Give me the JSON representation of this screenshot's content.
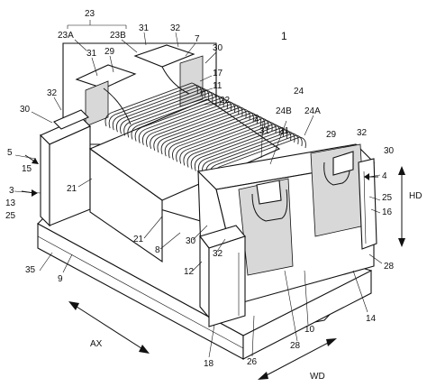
{
  "figure": {
    "ref_numeral": "1",
    "labels": {
      "l23": "23",
      "l23A": "23A",
      "l23B": "23B",
      "l31a": "31",
      "l32a": "32",
      "l7": "7",
      "l30a": "30",
      "l31b": "31",
      "l29a": "29",
      "l17": "17",
      "l11": "11",
      "l22": "22",
      "l32b": "32",
      "l30b": "30",
      "l24": "24",
      "l24B": "24B",
      "l24A": "24A",
      "l2": "2",
      "l31c": "31",
      "l31d": "31",
      "l29b": "29",
      "l32c": "32",
      "l30c": "30",
      "l5": "5",
      "l15": "15",
      "l4": "4",
      "l3": "3",
      "l13": "13",
      "l25a": "25",
      "l25b": "25",
      "l16": "16",
      "lHD": "HD",
      "l21a": "21",
      "l21b": "21",
      "l8": "8",
      "l30d": "30",
      "l32d": "32",
      "l12": "12",
      "l35": "35",
      "l9": "9",
      "l28a": "28",
      "l14": "14",
      "l10": "10",
      "l28b": "28",
      "lAX": "AX",
      "l18": "18",
      "l26": "26",
      "lWD": "WD"
    }
  }
}
